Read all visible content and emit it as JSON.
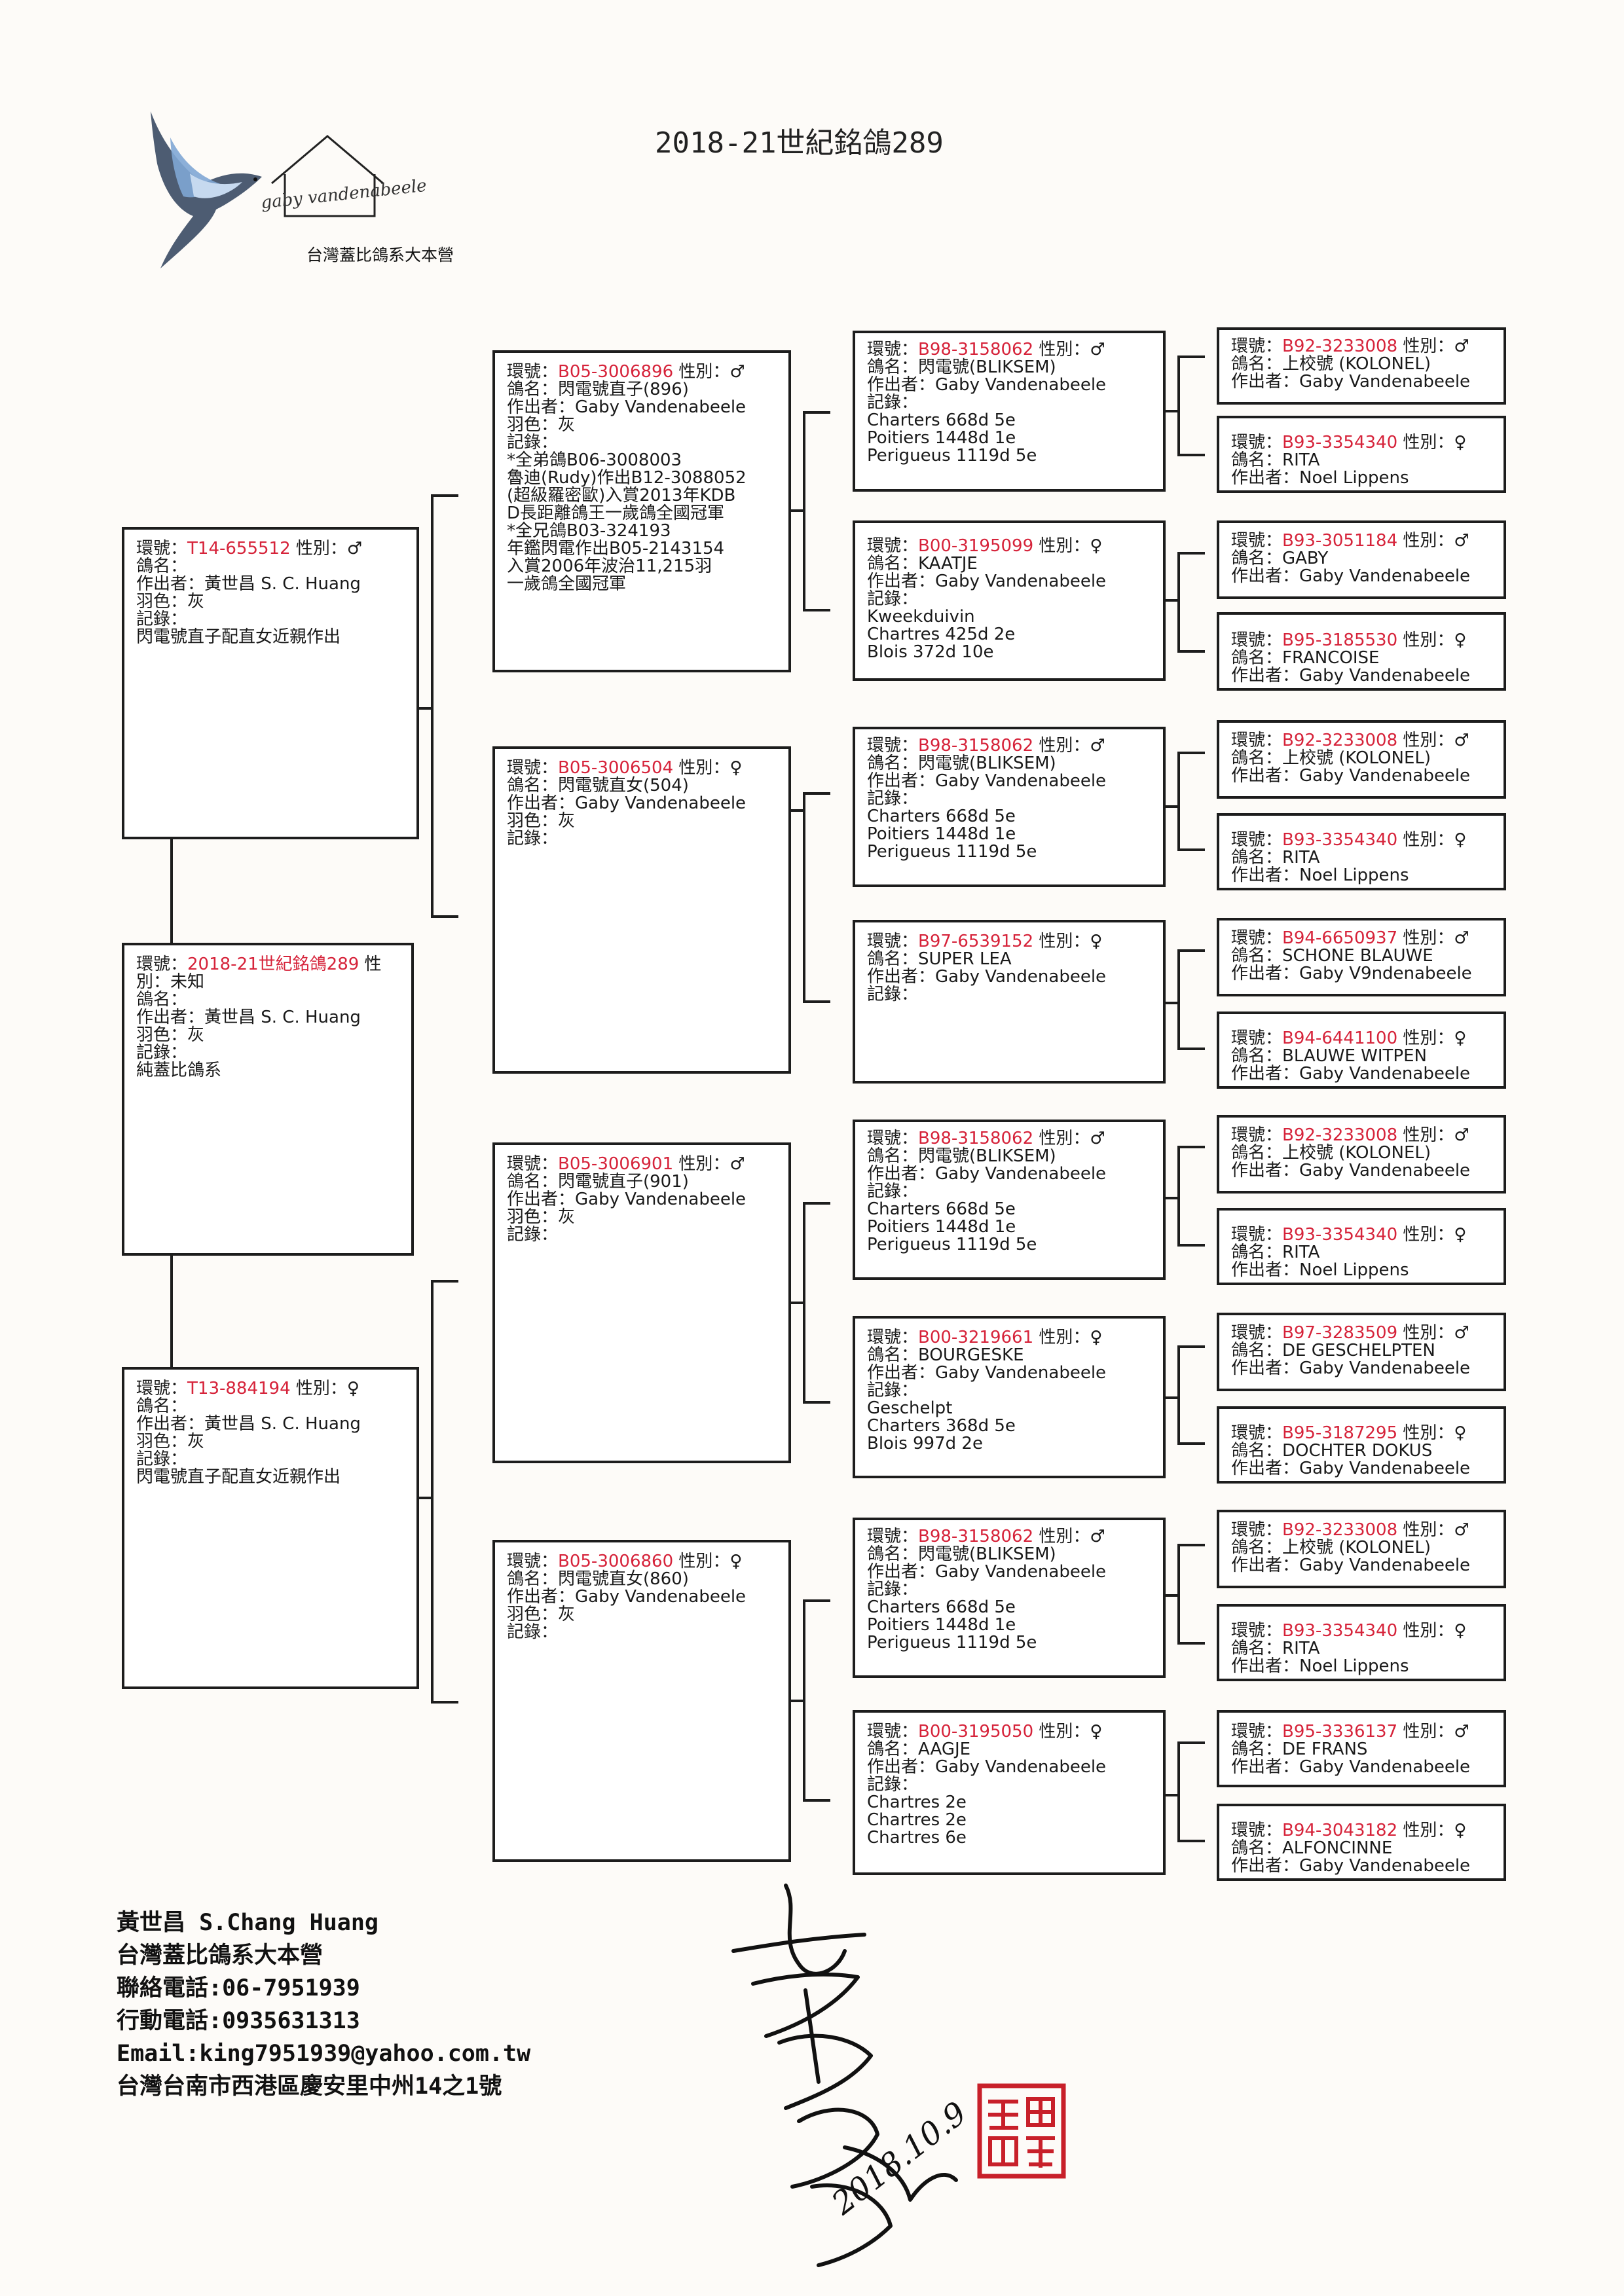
{
  "title": "2018-21世紀銘鴿289",
  "logo": {
    "script_text": "gaby vandenabeele",
    "caption": "台灣蓋比鴿系大本營"
  },
  "boxes": {
    "g1": {
      "l1_pre": "環號：",
      "l1_red": "2018-21世紀銘鴿289",
      "l1_post": " 性",
      "l2": "別：未知",
      "lines": [
        "鴿名：",
        "作出者：黃世昌 S. C. Huang",
        "羽色：灰",
        "記錄：",
        "純蓋比鴿系"
      ]
    },
    "g2a": {
      "ring_pre": "環號：",
      "ring_red": "T14-655512",
      "ring_post": " 性別：♂",
      "lines": [
        "鴿名：",
        "作出者：黃世昌 S. C. Huang",
        "羽色：灰",
        "記錄：",
        "閃電號直子配直女近親作出"
      ]
    },
    "g2b": {
      "ring_pre": "環號：",
      "ring_red": "T13-884194",
      "ring_post": " 性別：♀",
      "lines": [
        "鴿名：",
        "作出者：黃世昌 S. C. Huang",
        "羽色：灰",
        "記錄：",
        "閃電號直子配直女近親作出"
      ]
    },
    "g3a": {
      "ring_pre": "環號：",
      "ring_red": "B05-3006896",
      "ring_post": " 性別：♂",
      "lines": [
        "鴿名：閃電號直子(896)",
        "作出者：Gaby Vandenabeele",
        "羽色：灰",
        "記錄：",
        "*全弟鴿B06-3008003",
        "魯迪(Rudy)作出B12-3088052",
        "(超級羅密歐)入賞2013年KDB",
        "D長距離鴿王一歲鴿全國冠軍",
        "*全兄鴿B03-324193",
        "年鑑閃電作出B05-2143154",
        "入賞2006年波治11,215羽",
        "一歲鴿全國冠軍"
      ]
    },
    "g3b": {
      "ring_pre": "環號：",
      "ring_red": "B05-3006504",
      "ring_post": " 性別：♀",
      "lines": [
        "鴿名：閃電號直女(504)",
        "作出者：Gaby Vandenabeele",
        "羽色：灰",
        "記錄："
      ]
    },
    "g3c": {
      "ring_pre": "環號：",
      "ring_red": "B05-3006901",
      "ring_post": " 性別：♂",
      "lines": [
        "鴿名：閃電號直子(901)",
        "作出者：Gaby Vandenabeele",
        "羽色：灰",
        "記錄："
      ]
    },
    "g3d": {
      "ring_pre": "環號：",
      "ring_red": "B05-3006860",
      "ring_post": " 性別：♀",
      "lines": [
        "鴿名：閃電號直女(860)",
        "作出者：Gaby Vandenabeele",
        "羽色：灰",
        "記錄："
      ]
    },
    "g4a": {
      "ring_pre": "環號：",
      "ring_red": "B98-3158062",
      "ring_post": " 性別：♂",
      "lines": [
        "鴿名：閃電號(BLIKSEM)",
        "作出者：Gaby Vandenabeele",
        "記錄：",
        "Charters 668d 5e",
        "Poitiers 1448d 1e",
        "Perigueus 1119d 5e"
      ]
    },
    "g4b": {
      "ring_pre": "環號：",
      "ring_red": "B00-3195099",
      "ring_post": " 性別：♀",
      "lines": [
        "鴿名：KAATJE",
        "作出者：Gaby Vandenabeele",
        "記錄：",
        "Kweekduivin",
        "Chartres 425d 2e",
        "Blois 372d 10e"
      ]
    },
    "g4c": {
      "ring_pre": "環號：",
      "ring_red": "B98-3158062",
      "ring_post": " 性別：♂",
      "lines": [
        "鴿名：閃電號(BLIKSEM)",
        "作出者：Gaby Vandenabeele",
        "記錄：",
        "Charters 668d 5e",
        "Poitiers 1448d 1e",
        "Perigueus 1119d 5e"
      ]
    },
    "g4d": {
      "ring_pre": "環號：",
      "ring_red": "B97-6539152",
      "ring_post": " 性別：♀",
      "lines": [
        "鴿名：SUPER LEA",
        "作出者：Gaby Vandenabeele",
        "記錄："
      ]
    },
    "g4e": {
      "ring_pre": "環號：",
      "ring_red": "B98-3158062",
      "ring_post": " 性別：♂",
      "lines": [
        "鴿名：閃電號(BLIKSEM)",
        "作出者：Gaby Vandenabeele",
        "記錄：",
        "Charters 668d 5e",
        "Poitiers 1448d 1e",
        "Perigueus 1119d 5e"
      ]
    },
    "g4f": {
      "ring_pre": "環號：",
      "ring_red": "B00-3219661",
      "ring_post": " 性別：♀",
      "lines": [
        "鴿名：BOURGESKE",
        "作出者：Gaby Vandenabeele",
        "記錄：",
        "Geschelpt",
        "Charters 368d 5e",
        "Blois 997d 2e"
      ]
    },
    "g4g": {
      "ring_pre": "環號：",
      "ring_red": "B98-3158062",
      "ring_post": " 性別：♂",
      "lines": [
        "鴿名：閃電號(BLIKSEM)",
        "作出者：Gaby Vandenabeele",
        "記錄：",
        "Charters 668d 5e",
        "Poitiers 1448d 1e",
        "Perigueus 1119d 5e"
      ]
    },
    "g4h": {
      "ring_pre": "環號：",
      "ring_red": "B00-3195050",
      "ring_post": " 性別：♀",
      "lines": [
        "鴿名：AAGJE",
        "作出者：Gaby Vandenabeele",
        "記錄：",
        "Chartres 2e",
        "Chartres 2e",
        "Chartres 6e"
      ]
    },
    "g5a": {
      "ring_pre": "環號：",
      "ring_red": "B92-3233008",
      "ring_post": " 性別：♂",
      "lines": [
        "鴿名：上校號 (KOLONEL)",
        "作出者：Gaby Vandenabeele"
      ]
    },
    "g5b": {
      "ring_pre": "環號：",
      "ring_red": "B93-3354340",
      "ring_post": " 性別：♀",
      "lines": [
        "鴿名：RITA",
        "作出者：Noel Lippens"
      ]
    },
    "g5c": {
      "ring_pre": "環號：",
      "ring_red": "B93-3051184",
      "ring_post": " 性別：♂",
      "lines": [
        "鴿名：GABY",
        "作出者：Gaby Vandenabeele"
      ]
    },
    "g5d": {
      "ring_pre": "環號：",
      "ring_red": "B95-3185530",
      "ring_post": " 性別：♀",
      "lines": [
        "鴿名：FRANCOISE",
        "作出者：Gaby Vandenabeele"
      ]
    },
    "g5e": {
      "ring_pre": "環號：",
      "ring_red": "B92-3233008",
      "ring_post": " 性別：♂",
      "lines": [
        "鴿名：上校號 (KOLONEL)",
        "作出者：Gaby Vandenabeele"
      ]
    },
    "g5f": {
      "ring_pre": "環號：",
      "ring_red": "B93-3354340",
      "ring_post": " 性別：♀",
      "lines": [
        "鴿名：RITA",
        "作出者：Noel Lippens"
      ]
    },
    "g5g": {
      "ring_pre": "環號：",
      "ring_red": "B94-6650937",
      "ring_post": " 性別：♂",
      "lines": [
        "鴿名：SCHONE BLAUWE",
        "作出者：Gaby V9ndenabeele"
      ]
    },
    "g5h": {
      "ring_pre": "環號：",
      "ring_red": "B94-6441100",
      "ring_post": " 性別：♀",
      "lines": [
        "鴿名：BLAUWE WITPEN",
        "作出者：Gaby Vandenabeele"
      ]
    },
    "g5i": {
      "ring_pre": "環號：",
      "ring_red": "B92-3233008",
      "ring_post": " 性別：♂",
      "lines": [
        "鴿名：上校號 (KOLONEL)",
        "作出者：Gaby Vandenabeele"
      ]
    },
    "g5j": {
      "ring_pre": "環號：",
      "ring_red": "B93-3354340",
      "ring_post": " 性別：♀",
      "lines": [
        "鴿名：RITA",
        "作出者：Noel Lippens"
      ]
    },
    "g5k": {
      "ring_pre": "環號：",
      "ring_red": "B97-3283509",
      "ring_post": " 性別：♂",
      "lines": [
        "鴿名：DE GESCHELPTEN",
        "作出者：Gaby Vandenabeele"
      ]
    },
    "g5l": {
      "ring_pre": "環號：",
      "ring_red": "B95-3187295",
      "ring_post": " 性別：♀",
      "lines": [
        "鴿名：DOCHTER DOKUS",
        "作出者：Gaby Vandenabeele"
      ]
    },
    "g5m": {
      "ring_pre": "環號：",
      "ring_red": "B92-3233008",
      "ring_post": " 性別：♂",
      "lines": [
        "鴿名：上校號 (KOLONEL)",
        "作出者：Gaby Vandenabeele"
      ]
    },
    "g5n": {
      "ring_pre": "環號：",
      "ring_red": "B93-3354340",
      "ring_post": " 性別：♀",
      "lines": [
        "鴿名：RITA",
        "作出者：Noel Lippens"
      ]
    },
    "g5o": {
      "ring_pre": "環號：",
      "ring_red": "B95-3336137",
      "ring_post": " 性別：♂",
      "lines": [
        "鴿名：DE FRANS",
        "作出者：Gaby Vandenabeele"
      ]
    },
    "g5p": {
      "ring_pre": "環號：",
      "ring_red": "B94-3043182",
      "ring_post": " 性別：♀",
      "lines": [
        "鴿名：ALFONCINNE",
        "作出者：Gaby Vandenabeele"
      ]
    }
  },
  "footer": [
    "黃世昌 S.Chang Huang",
    "台灣蓋比鴿系大本營",
    "聯絡電話:06-7951939",
    "行動電話:0935631313",
    "Email:king7951939@yahoo.com.tw",
    "台灣台南市西港區慶安里中州14之1號"
  ],
  "signature_date": "2018.10.9",
  "colors": {
    "ring_red": "#d6233a",
    "stamp_red": "#c8202a",
    "border": "#1d1d1d"
  }
}
